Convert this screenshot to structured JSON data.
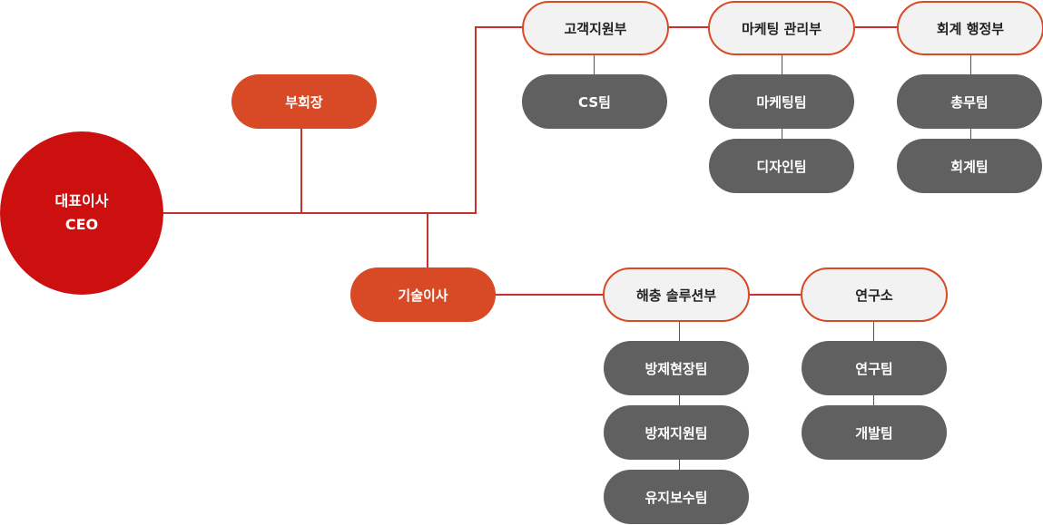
{
  "ceo": {
    "line1": "대표이사",
    "line2": "CEO"
  },
  "executives": {
    "vice_chairman": "부회장",
    "cto": "기술이사"
  },
  "departments": {
    "customer_support": {
      "label": "고객지원부",
      "teams": [
        "CS팀"
      ]
    },
    "marketing": {
      "label": "마케팅 관리부",
      "teams": [
        "마케팅팀",
        "디자인팀"
      ]
    },
    "accounting": {
      "label": "회계 행정부",
      "teams": [
        "총무팀",
        "회계팀"
      ]
    },
    "solutions": {
      "label": "해충 솔루션부",
      "teams": [
        "방제현장팀",
        "방재지원팀",
        "유지보수팀"
      ]
    },
    "research": {
      "label": "연구소",
      "teams": [
        "연구팀",
        "개발팀"
      ]
    }
  },
  "colors": {
    "ceo": "#cc1010",
    "executive": "#d84a26",
    "department_border": "#d84a26",
    "department_fill": "#f2f2f2",
    "team": "#606060",
    "connector": "#c8312a"
  }
}
